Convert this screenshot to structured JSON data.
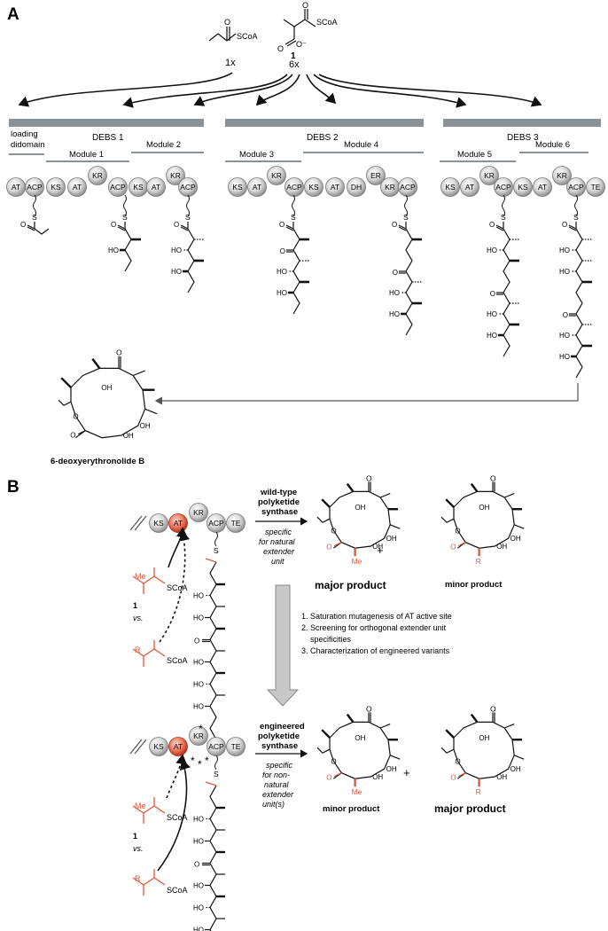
{
  "panelA": {
    "label": "A",
    "substrates": {
      "propionyl_label": "SCoA",
      "methylmalonyl_label": "SCoA",
      "compound_number": "1",
      "charge": "O⁻"
    },
    "counts": {
      "loading": "1x",
      "extender": "6x"
    },
    "proteins": [
      {
        "name": "DEBS 1"
      },
      {
        "name": "DEBS 2"
      },
      {
        "name": "DEBS 3"
      }
    ],
    "loading_label_line1": "loading",
    "loading_label_line2": "didomain",
    "modules": [
      "Module 1",
      "Module 2",
      "Module 3",
      "Module 4",
      "Module 5",
      "Module 6"
    ],
    "domains": [
      "AT",
      "ACP",
      "KS",
      "AT",
      "KR",
      "ACP",
      "KS",
      "AT",
      "KR",
      "ACP",
      "KS",
      "AT",
      "KR",
      "ACP",
      "KS",
      "AT",
      "DH",
      "ER",
      "KR",
      "ACP",
      "KS",
      "AT",
      "KR",
      "ACP",
      "KS",
      "AT",
      "KR",
      "ACP",
      "TE"
    ],
    "atoms": {
      "S": "S",
      "O": "O",
      "HO": "HO",
      "OH": "OH"
    },
    "product_name": "6-deoxyerythronolide B"
  },
  "panelB": {
    "label": "B",
    "domains": [
      "KS",
      "AT",
      "KR",
      "ACP",
      "TE"
    ],
    "wildtype": {
      "enzyme_line1": "wild-type",
      "enzyme_line2": "polyketide",
      "enzyme_line3": "synthase",
      "spec_line1": "specific",
      "spec_line2": "for natural",
      "spec_line3": "extender",
      "spec_line4": "unit",
      "product_left": "major product",
      "product_right": "minor product"
    },
    "engineered": {
      "enzyme_line1": "engineered",
      "enzyme_line2": "polyketide",
      "enzyme_line3": "synthase",
      "spec_line1": "specific",
      "spec_line2": "for non-",
      "spec_line3": "natural",
      "spec_line4": "extender",
      "spec_line5": "unit(s)",
      "product_left": "minor product",
      "product_right": "major product"
    },
    "substrate_labels": {
      "me": "Me",
      "r": "R",
      "scoa": "SCoA",
      "one": "1",
      "vs": "vs."
    },
    "steps": [
      "1. Saturation mutagenesis of AT active site",
      "2. Screening for orthogonal extender unit",
      "    specificities",
      "3. Characterization of engineered variants"
    ],
    "plus": "+",
    "mutation_marks": "*",
    "colors": {
      "accent": "#e8553a",
      "domain": "#cfcfcf",
      "bar": "#8a9298"
    }
  }
}
